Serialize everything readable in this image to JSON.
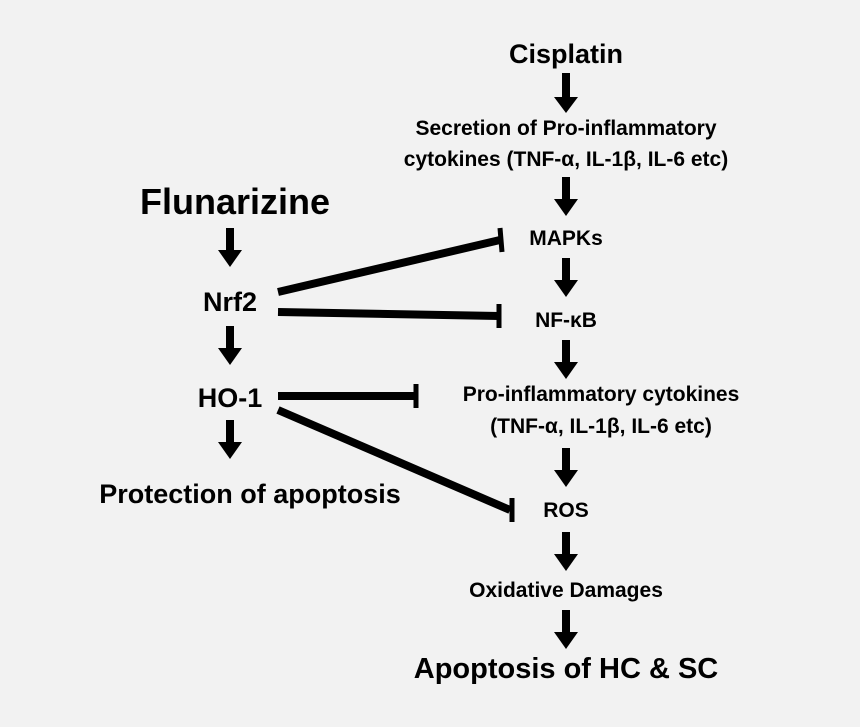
{
  "diagram": {
    "colors": {
      "background": "#f2f2f2",
      "ink": "#000000"
    },
    "nodes": {
      "cisplatin": "Cisplatin",
      "secretion_line1": "Secretion of Pro-inflammatory",
      "secretion_line2": "cytokines (TNF-α, IL-1β, IL-6 etc)",
      "mapks": "MAPKs",
      "nfkb": "NF-κB",
      "proinflam_line1": "Pro-inflammatory cytokines",
      "proinflam_line2": "(TNF-α, IL-1β, IL-6 etc)",
      "ros": "ROS",
      "oxidative": "Oxidative Damages",
      "apoptosis": "Apoptosis of HC & SC",
      "flunarizine": "Flunarizine",
      "nrf2": "Nrf2",
      "ho1": "HO-1",
      "protection": "Protection of apoptosis"
    },
    "edges": [
      {
        "from": "cisplatin",
        "to": "secretion",
        "kind": "activates"
      },
      {
        "from": "secretion",
        "to": "mapks",
        "kind": "activates"
      },
      {
        "from": "mapks",
        "to": "nfkb",
        "kind": "activates"
      },
      {
        "from": "nfkb",
        "to": "proinflam",
        "kind": "activates"
      },
      {
        "from": "proinflam",
        "to": "ros",
        "kind": "activates"
      },
      {
        "from": "ros",
        "to": "oxidative",
        "kind": "activates"
      },
      {
        "from": "oxidative",
        "to": "apoptosis",
        "kind": "activates"
      },
      {
        "from": "flunarizine",
        "to": "nrf2",
        "kind": "activates"
      },
      {
        "from": "nrf2",
        "to": "ho1",
        "kind": "activates"
      },
      {
        "from": "ho1",
        "to": "protection",
        "kind": "activates"
      },
      {
        "from": "nrf2",
        "to": "mapks",
        "kind": "inhibits"
      },
      {
        "from": "nrf2",
        "to": "nfkb",
        "kind": "inhibits"
      },
      {
        "from": "ho1",
        "to": "proinflam",
        "kind": "inhibits"
      },
      {
        "from": "ho1",
        "to": "ros",
        "kind": "inhibits"
      }
    ]
  }
}
